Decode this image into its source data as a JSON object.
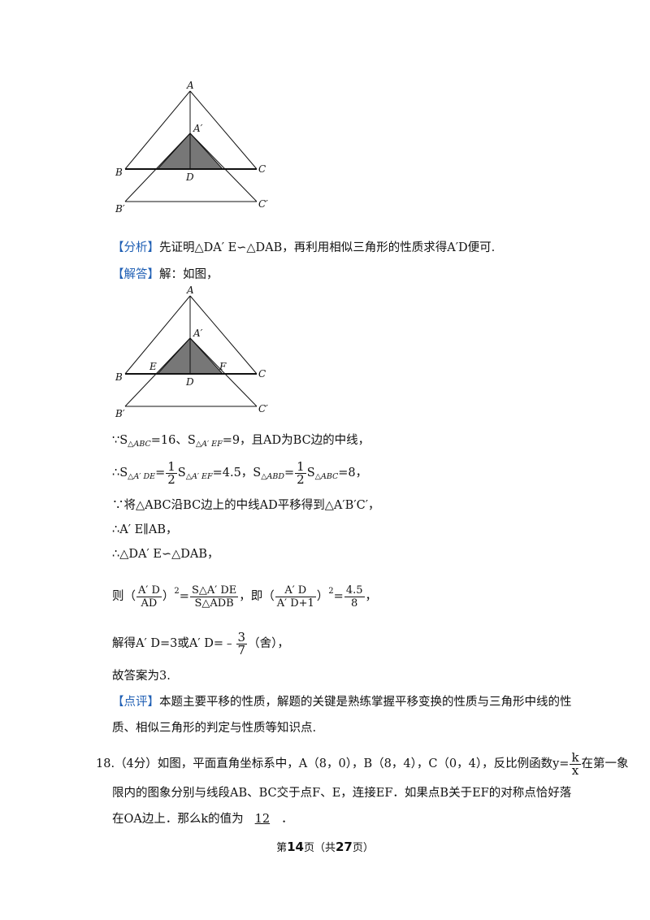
{
  "figure1": {
    "labels": {
      "A": "A",
      "A_prime": "A′",
      "B": "B",
      "D": "D",
      "C": "C",
      "B_prime": "B′",
      "C_prime": "C′"
    }
  },
  "analysis": {
    "tag": "【分析】",
    "text": "先证明△DA′ E∽△DAB，再利用相似三角形的性质求得A′D便可."
  },
  "solution": {
    "tag": "【解答】",
    "text": "解：如图，"
  },
  "figure2": {
    "labels": {
      "A": "A",
      "A_prime": "A′",
      "E": "E",
      "F": "F",
      "B": "B",
      "D": "D",
      "C": "C",
      "B_prime": "B′",
      "C_prime": "C′"
    }
  },
  "steps": {
    "s1_pre": "∵S",
    "s1_sub1": "△ABC",
    "s1_mid": "=16、S",
    "s1_sub2": "△A′ EF",
    "s1_post": "=9，且AD为BC边的中线，",
    "s2_pre": "∴S",
    "s2_sub1": "△A′ DE",
    "s2_eq": "=",
    "s2_frac_num": "1",
    "s2_frac_den": "2",
    "s2_s": "S",
    "s2_sub2": "△A′ EF",
    "s2_mid": "=4.5，S",
    "s2_sub3": "△ABD",
    "s2_eq2": "=",
    "s2_frac2_num": "1",
    "s2_frac2_den": "2",
    "s2_s2": "S",
    "s2_sub4": "△ABC",
    "s2_post": "=8，",
    "s3": "∵将△ABC沿BC边上的中线AD平移得到△A′B′C′，",
    "s4": "∴A′ E∥AB，",
    "s5": "∴△DA′ E∽△DAB，",
    "s6_pre": "则（",
    "s6_f1_num": "A′ D",
    "s6_f1_den": "AD",
    "s6_close": "）",
    "s6_exp": "2",
    "s6_eq": "=",
    "s6_f2_num": "S△A′ DE",
    "s6_f2_den": "S△ADB",
    "s6_mid": "，即（",
    "s6_f3_num": "A′ D",
    "s6_f3_den": "A′ D+1",
    "s6_close2": "）",
    "s6_exp2": "2",
    "s6_eq2": "=",
    "s6_f4_num": "4.5",
    "s6_f4_den": "8",
    "s6_post": "，",
    "s7_pre": "解得A′ D=3或A′ D=﹣",
    "s7_num": "3",
    "s7_den": "7",
    "s7_post": "（舍），",
    "s8": "故答案为3."
  },
  "comment": {
    "tag": "【点评】",
    "line1": "本题主要平移的性质，解题的关键是熟练掌握平移变换的性质与三角形中线的性",
    "line2": "质、相似三角形的判定与性质等知识点."
  },
  "q18": {
    "number": "18.",
    "line1_pre": "（4分）如图，平面直角坐标系中，A（8，0），B（8，4），C（0，4），反比例函数y=",
    "frac_num": "k",
    "frac_den": "x",
    "line1_post": "在第一象",
    "line2": "限内的图象分别与线段AB、BC交于点F、E，连接EF．如果点B关于EF的对称点恰好落",
    "line3_pre": "在OA边上．那么k的值为",
    "answer": "12",
    "line3_post": "．"
  },
  "footer": {
    "pre": "第",
    "page": "14",
    "mid": "页（共",
    "total": "27",
    "post": "页）"
  }
}
